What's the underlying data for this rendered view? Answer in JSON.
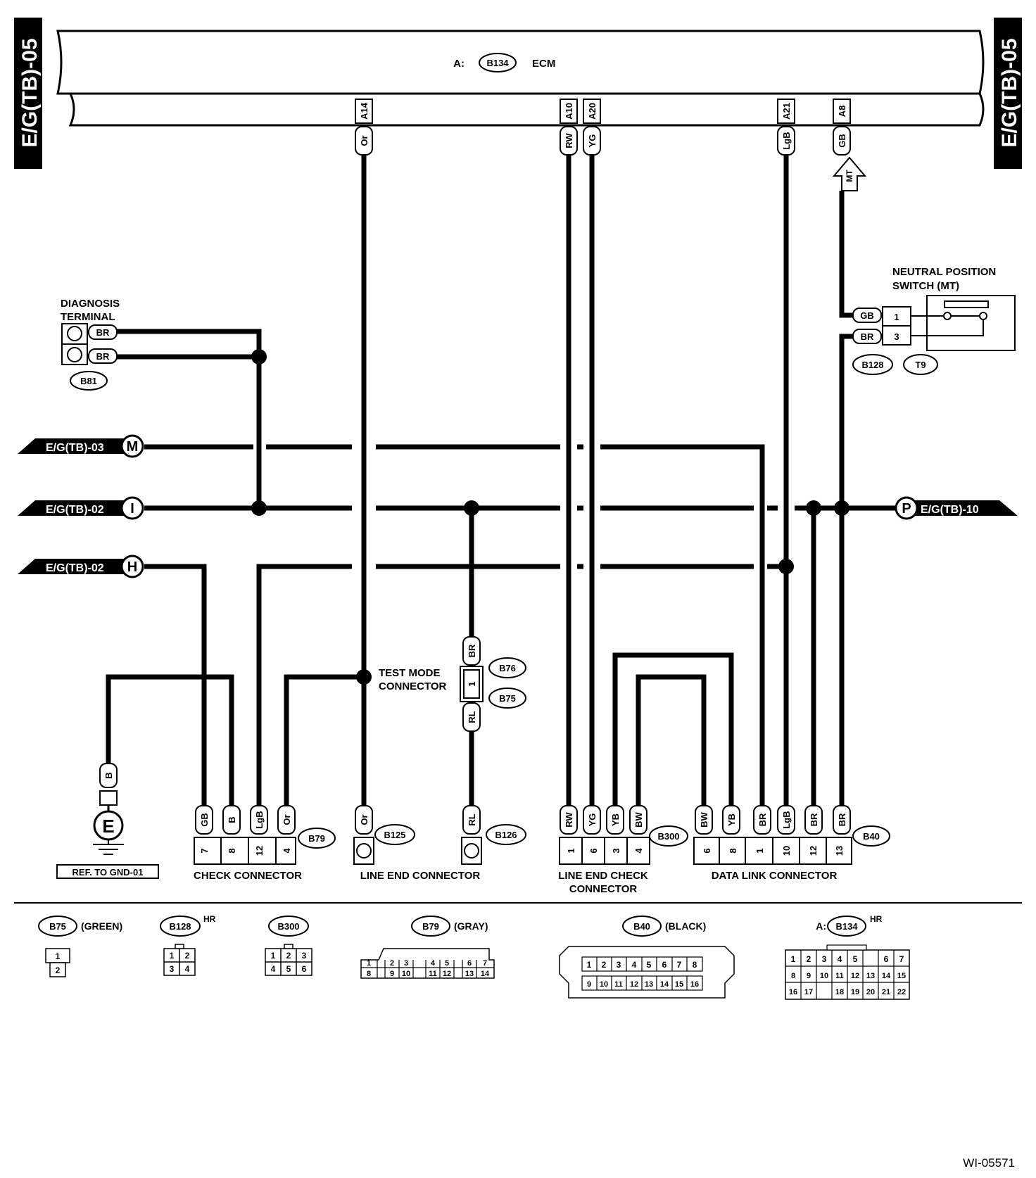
{
  "diagram_code": "WI-05571",
  "sheet_id": "E/G(TB)-05",
  "ecm": {
    "label": "A:",
    "connector": "B134",
    "name": "ECM"
  },
  "ecm_pins": [
    {
      "pin": "A14",
      "wire": "Or"
    },
    {
      "pin": "A10",
      "wire": "RW"
    },
    {
      "pin": "A20",
      "wire": "YG"
    },
    {
      "pin": "A21",
      "wire": "LgB"
    },
    {
      "pin": "A8",
      "wire": "GB"
    }
  ],
  "mt_tag": "MT",
  "off_page": [
    {
      "label": "E/G(TB)-03",
      "letter": "M"
    },
    {
      "label": "E/G(TB)-02",
      "letter": "I"
    },
    {
      "label": "E/G(TB)-02",
      "letter": "H"
    },
    {
      "label": "E/G(TB)-10",
      "letter": "P"
    }
  ],
  "diagnosis_terminal": {
    "title1": "DIAGNOSIS",
    "title2": "TERMINAL",
    "wire1": "BR",
    "wire2": "BR",
    "connector": "B81"
  },
  "neutral_switch": {
    "title1": "NEUTRAL POSITION",
    "title2": "SWITCH (MT)",
    "wire1": "GB",
    "pin1": "1",
    "wire2": "BR",
    "pin2": "3",
    "connector1": "B128",
    "connector2": "T9"
  },
  "test_mode": {
    "title1": "TEST MODE",
    "title2": "CONNECTOR",
    "wire_top": "BR",
    "pin": "1",
    "wire_bottom": "RL",
    "conn_top": "B76",
    "conn_bottom": "B75"
  },
  "ground": {
    "wire": "B",
    "symbol": "E",
    "ref": "REF. TO GND-01"
  },
  "check_connector": {
    "title": "CHECK CONNECTOR",
    "connector": "B79",
    "pins": [
      {
        "wire": "GB",
        "pin": "7"
      },
      {
        "wire": "B",
        "pin": "8"
      },
      {
        "wire": "LgB",
        "pin": "12"
      },
      {
        "wire": "Or",
        "pin": "4"
      }
    ]
  },
  "line_end": {
    "title": "LINE END CONNECTOR",
    "wire1": "Or",
    "conn1": "B125",
    "wire2": "RL",
    "conn2": "B126"
  },
  "line_end_check": {
    "title1": "LINE END CHECK",
    "title2": "CONNECTOR",
    "connector": "B300",
    "pins": [
      {
        "wire": "RW",
        "pin": "1"
      },
      {
        "wire": "YG",
        "pin": "6"
      },
      {
        "wire": "YB",
        "pin": "3"
      },
      {
        "wire": "BW",
        "pin": "4"
      }
    ]
  },
  "data_link": {
    "title": "DATA LINK CONNECTOR",
    "connector": "B40",
    "pins": [
      {
        "wire": "BW",
        "pin": "6"
      },
      {
        "wire": "YB",
        "pin": "8"
      },
      {
        "wire": "BR",
        "pin": "1"
      },
      {
        "wire": "LgB",
        "pin": "10"
      },
      {
        "wire": "BR",
        "pin": "12"
      },
      {
        "wire": "BR",
        "pin": "13"
      }
    ]
  },
  "legend": {
    "b75": {
      "id": "B75",
      "note": "(GREEN)",
      "rows": [
        [
          "1"
        ],
        [
          "2"
        ]
      ]
    },
    "b128": {
      "id": "B128",
      "note": "HR",
      "rows": [
        [
          "1",
          "2"
        ],
        [
          "3",
          "4"
        ]
      ]
    },
    "b300": {
      "id": "B300",
      "rows": [
        [
          "1",
          "2",
          "3"
        ],
        [
          "4",
          "5",
          "6"
        ]
      ]
    },
    "b79": {
      "id": "B79",
      "note": "(GRAY)",
      "rows": [
        [
          "1",
          "2",
          "3",
          "4",
          "5",
          "6",
          "7"
        ],
        [
          "8",
          "9",
          "10",
          "11",
          "12",
          "13",
          "14"
        ]
      ]
    },
    "b40": {
      "id": "B40",
      "note": "(BLACK)",
      "rows": [
        [
          "1",
          "2",
          "3",
          "4",
          "5",
          "6",
          "7",
          "8"
        ],
        [
          "9",
          "10",
          "11",
          "12",
          "13",
          "14",
          "15",
          "16"
        ]
      ]
    },
    "b134": {
      "prefix": "A:",
      "id": "B134",
      "note": "HR",
      "rows": [
        [
          "1",
          "2",
          "3",
          "4",
          "5",
          "",
          "6",
          "7"
        ],
        [
          "8",
          "9",
          "10",
          "11",
          "12",
          "13",
          "14",
          "15"
        ],
        [
          "16",
          "17",
          "",
          "18",
          "19",
          "20",
          "21",
          "22"
        ]
      ]
    }
  }
}
